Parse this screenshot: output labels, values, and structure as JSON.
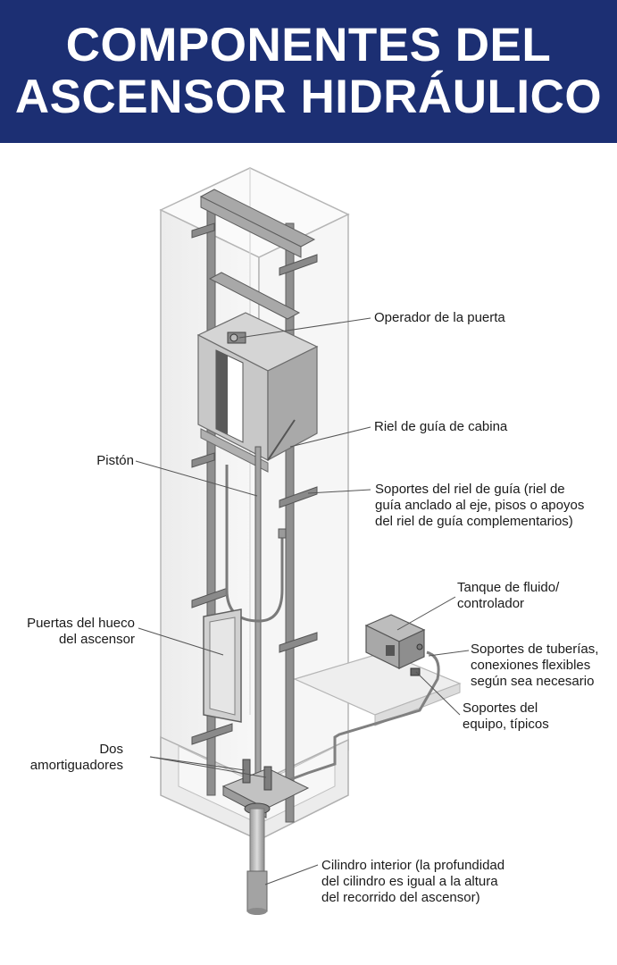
{
  "title": {
    "line1": "COMPONENTES DEL",
    "line2": "ASCENSOR HIDRÁULICO"
  },
  "colors": {
    "banner": "#1c2f73",
    "title_text": "#ffffff",
    "label_text": "#1a1a1a",
    "shaft": "#f3f3f3",
    "steel": "#8c8c8c"
  },
  "labels": {
    "door_operator": "Operador de la puerta",
    "car_guide_rail": "Riel de guía de cabina",
    "piston": "Pistón",
    "guide_rail_brackets": "Soportes del riel de guía (riel de\nguía anclado al eje, pisos o apoyos\ndel riel de guía complementarios)",
    "fluid_tank": "Tanque de fluido/\ncontrolador",
    "pipe_supports": "Soportes de tuberías,\nconexiones flexibles\nsegún sea necesario",
    "hoistway_doors": "Puertas del hueco\ndel ascensor",
    "equipment_supports": "Soportes del\nequipo, típicos",
    "buffers": "Dos\namortiguadores",
    "inner_cylinder": "Cilindro interior (la profundidad\ndel cilindro es igual a la altura\ndel recorrido del ascensor)"
  }
}
